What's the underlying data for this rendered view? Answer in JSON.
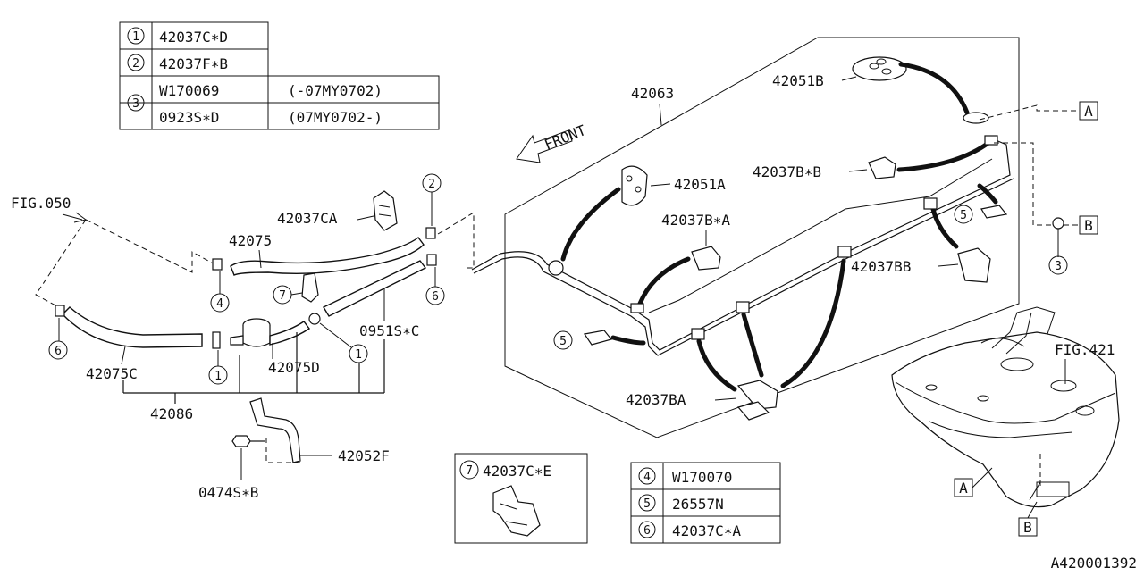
{
  "ref_table_top": [
    {
      "num": "1",
      "part": "42037C∗D"
    },
    {
      "num": "2",
      "part": "42037F∗B"
    },
    {
      "num": "3",
      "part": "W170069",
      "note": "(-07MY0702)"
    },
    {
      "num": "3",
      "part": "0923S∗D",
      "note": "(07MY0702-)"
    }
  ],
  "ref_table_bottom": [
    {
      "num": "4",
      "part": "W170070"
    },
    {
      "num": "5",
      "part": "26557N"
    },
    {
      "num": "6",
      "part": "42037C∗A"
    }
  ],
  "inset_box": {
    "num": "7",
    "part": "42037C∗E"
  },
  "labels": {
    "fig050": "FIG.050",
    "p42037CA": "42037CA",
    "p42075": "42075",
    "p42075C": "42075C",
    "p42075D": "42075D",
    "p42086": "42086",
    "p0951SC": "0951S∗C",
    "p42052F": "42052F",
    "p0474SB": "0474S∗B",
    "front": "FRONT",
    "p42063": "42063",
    "p42051B": "42051B",
    "p42051A": "42051A",
    "p42037BB_star": "42037B∗B",
    "p42037BA_star": "42037B∗A",
    "p42037BB": "42037BB",
    "p42037BA": "42037BA",
    "fig421": "FIG.421",
    "box_a1": "A",
    "box_b1": "B",
    "box_a2": "A",
    "box_b2": "B",
    "drawing_no": "A420001392"
  },
  "callouts": {
    "c1a": "1",
    "c1b": "1",
    "c2": "2",
    "c3": "3",
    "c4": "4",
    "c5a": "5",
    "c5b": "5",
    "c6a": "6",
    "c6b": "6",
    "c7": "7"
  }
}
